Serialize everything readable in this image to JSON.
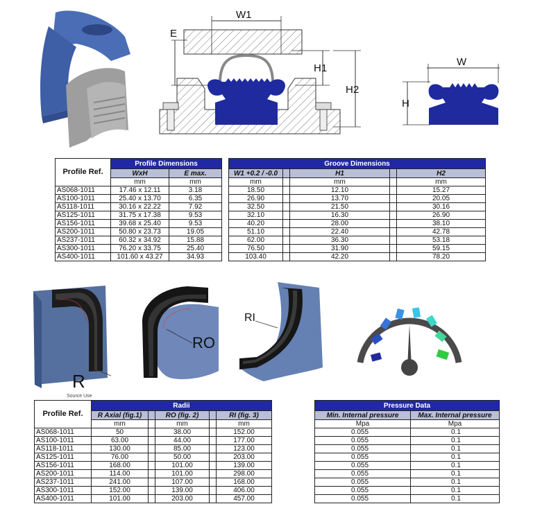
{
  "drawing_labels": {
    "w1": "W1",
    "e": "E",
    "h1": "H1",
    "h2": "H2",
    "w": "W",
    "h": "H",
    "r": "R",
    "r_sub": "Source Use",
    "ro": "RO",
    "ri": "RI"
  },
  "dimensions_table": {
    "ref_header": "Profile Ref.",
    "profile_group": "Profile Dimensions",
    "groove_group": "Groove Dimensions",
    "columns": [
      "WxH",
      "E max.",
      "W1 +0.2 / -0.0",
      "H1",
      "H2"
    ],
    "units": [
      "mm",
      "mm",
      "mm",
      "mm",
      "mm"
    ],
    "rows": [
      [
        "AS068-1011",
        "17.46 x 12.11",
        "3.18",
        "18.50",
        "12.10",
        "15.27"
      ],
      [
        "AS100-1011",
        "25.40 x 13.70",
        "6.35",
        "26.90",
        "13.70",
        "20.05"
      ],
      [
        "AS118-1011",
        "30.16 x 22.22",
        "7.92",
        "32.50",
        "21.50",
        "30.16"
      ],
      [
        "AS125-1011",
        "31.75 x 17.38",
        "9.53",
        "32.10",
        "16.30",
        "26.90"
      ],
      [
        "AS156-1011",
        "39.68 x 25.40",
        "9.53",
        "40.20",
        "28.00",
        "38.10"
      ],
      [
        "AS200-1011",
        "50.80 x 23.73",
        "19.05",
        "51.10",
        "22.40",
        "42.78"
      ],
      [
        "AS237-1011",
        "60.32 x 34.92",
        "15.88",
        "62.00",
        "36.30",
        "53.18"
      ],
      [
        "AS300-1011",
        "76.20 x 33.75",
        "25.40",
        "76.50",
        "31.90",
        "59.15"
      ],
      [
        "AS400-1011",
        "101.60 x 43.27",
        "34.93",
        "103.40",
        "42.20",
        "78.20"
      ]
    ]
  },
  "radii_table": {
    "ref_header": "Profile Ref.",
    "group": "Radii",
    "columns": [
      "R Axial (fig.1)",
      "RO (fig. 2)",
      "RI (fig. 3)"
    ],
    "units": [
      "mm",
      "mm",
      "mm"
    ],
    "rows": [
      [
        "AS068-1011",
        "50",
        "38.00",
        "152.00"
      ],
      [
        "AS100-1011",
        "63.00",
        "44.00",
        "177.00"
      ],
      [
        "AS118-1011",
        "130.00",
        "85.00",
        "123.00"
      ],
      [
        "AS125-1011",
        "76.00",
        "50.00",
        "203.00"
      ],
      [
        "AS156-1011",
        "168.00",
        "101.00",
        "139.00"
      ],
      [
        "AS200-1011",
        "114.00",
        "101.00",
        "298.00"
      ],
      [
        "AS237-1011",
        "241.00",
        "107.00",
        "168.00"
      ],
      [
        "AS300-1011",
        "152.00",
        "139.00",
        "406.00"
      ],
      [
        "AS400-1011",
        "101.00",
        "203.00",
        "457.00"
      ]
    ]
  },
  "pressure_table": {
    "group": "Pressure Data",
    "columns": [
      "Min. Internal pressure",
      "Max. Internal pressure"
    ],
    "units": [
      "Mpa",
      "Mpa"
    ],
    "rows": [
      [
        "0.055",
        "0.1"
      ],
      [
        "0.055",
        "0.1"
      ],
      [
        "0.055",
        "0.1"
      ],
      [
        "0.055",
        "0.1"
      ],
      [
        "0.055",
        "0.1"
      ],
      [
        "0.055",
        "0.1"
      ],
      [
        "0.055",
        "0.1"
      ],
      [
        "0.055",
        "0.1"
      ],
      [
        "0.055",
        "0.1"
      ]
    ]
  },
  "colors": {
    "header_blue": "#2128a6",
    "subheader_gray": "#b9bfd6",
    "seal_blue": "#1e2a9e",
    "rubber_gray": "#9a9a9a",
    "gauge_dark": "#444444"
  }
}
